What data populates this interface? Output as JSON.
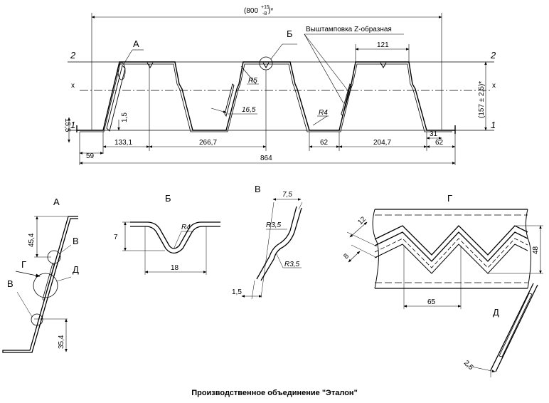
{
  "main": {
    "overall": "(800",
    "overall_tol_up": "+15",
    "overall_tol_dn": "-8",
    "overall_close": ")*",
    "height": "(157 ± 2,5)*",
    "stamp": "Выштамповка Z-образная",
    "top_width": "121",
    "r5": "R5",
    "r4": "R4",
    "d165": "16,5",
    "d15": "1,5",
    "d155": "15,5",
    "d31": "31",
    "d59": "59",
    "d1331": "133,1",
    "d2667": "266,7",
    "d62a": "62",
    "d2047": "204,7",
    "d62b": "62",
    "d864": "864",
    "line2": "2",
    "line1": "1",
    "axis_x": "x",
    "view_a": "А",
    "view_b": "Б"
  },
  "detail_a": {
    "title": "А",
    "d454": "45,4",
    "d354": "35,4",
    "v": "В",
    "g": "Г",
    "d": "Д"
  },
  "detail_b": {
    "title": "Б",
    "r4": "R4",
    "d7": "7",
    "d18": "18"
  },
  "detail_v": {
    "title": "В",
    "d75": "7,5",
    "r35a": "R3,5",
    "r35b": "R3,5",
    "d15": "1,5"
  },
  "detail_g": {
    "title": "Г",
    "d12": "12",
    "d8": "8",
    "d48": "48",
    "d65": "65"
  },
  "detail_d": {
    "title": "Д",
    "d25": "2,5"
  },
  "footer": "Производственное объединение \"Эталон\""
}
